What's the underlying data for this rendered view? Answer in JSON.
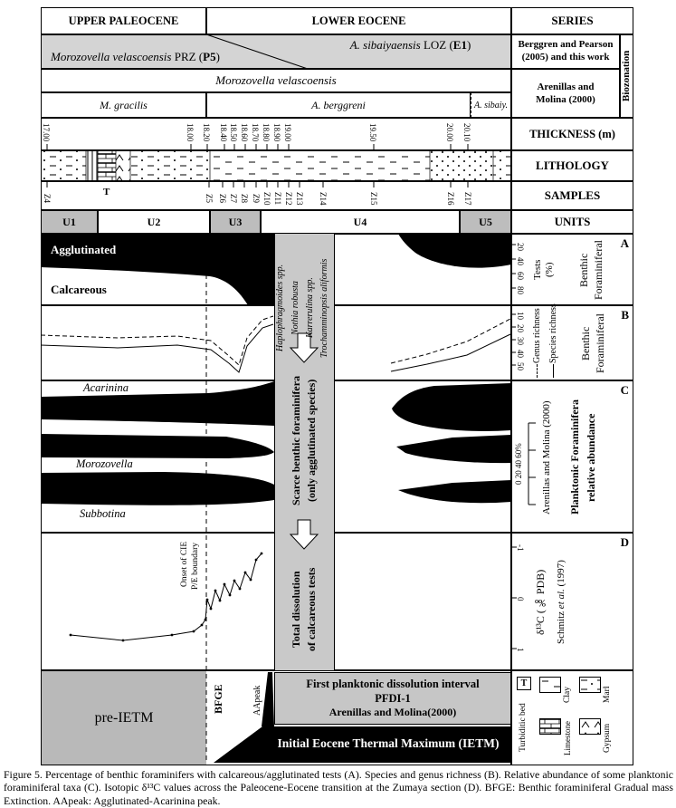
{
  "colors": {
    "gray_zone": "#d4d4d4",
    "gray_unit": "#bdbdbd",
    "gray_band": "#c9c9c9",
    "gray_preietm": "#b9b9b9",
    "gray_pfdi": "#c6c6c6",
    "black": "#000000"
  },
  "series_row": {
    "upper": "UPPER PALEOCENE",
    "lower": "LOWER EOCENE",
    "label": "SERIES"
  },
  "biozonation": {
    "p5_name": "Morozovella velascoensis",
    "p5_mid": " PRZ (",
    "p5_code": "P5",
    "p5_end": ")",
    "e1_name": "A. sibaiyaensis",
    "e1_mid": " LOZ (",
    "e1_code": "E1",
    "e1_end": ")",
    "scheme1a": "Berggren and Pearson",
    "scheme1b": "(2005) and this work",
    "side_label": "Biozonation",
    "mv_zone": "Morozovella velascoensis",
    "scheme2a": "Arenillas and",
    "scheme2b": "Molina (2000)",
    "sub1": "M. gracilis",
    "sub2": "A. berggreni",
    "sub3": "A. sibaiy."
  },
  "thickness": {
    "label": "THICKNESS (m)",
    "ticks": [
      "17.00",
      "18.00",
      "18.20",
      "18.40",
      "18.50",
      "18.60",
      "18.70",
      "18.80",
      "18.90",
      "19.00",
      "19.50",
      "20.00",
      "20.10"
    ]
  },
  "lithology": {
    "label": "LITHOLOGY"
  },
  "samples": {
    "label": "SAMPLES",
    "turbidite": "T",
    "items": [
      "Z4",
      "Z5",
      "Z6",
      "Z7",
      "Z8",
      "Z9",
      "Z10",
      "Z11",
      "Z12",
      "Z13",
      "Z14",
      "Z15",
      "Z16",
      "Z17"
    ]
  },
  "units": {
    "label": "UNITS",
    "items": [
      "U1",
      "U2",
      "U3",
      "U4",
      "U5"
    ]
  },
  "panelA": {
    "letter": "A",
    "agglutinated": "Agglutinated",
    "calcareous": "Calcareous",
    "axis": [
      "20",
      "40",
      "60",
      "80"
    ],
    "tests1": "Tests",
    "tests2": "(%)",
    "group1": "Benthic",
    "group2": "Foraminiferal"
  },
  "panelB": {
    "letter": "B",
    "axis": [
      "10",
      "20",
      "30",
      "40",
      "50"
    ],
    "genus": "Genus richness",
    "species": "Species richness",
    "group1": "Benthic",
    "group2": "Foraminiferal"
  },
  "band": {
    "sp1": "Haplophragmoides spp.",
    "sp2": "Nothia robusta",
    "sp3": "Karrerulina spp.",
    "sp4": "Trochamminopsis aliformis",
    "scarce1": "Scarce benthic foraminifera",
    "scarce2": "(only agglutinated species)",
    "total1": "Total dissolution",
    "total2": "of calcareous tests"
  },
  "panelC": {
    "letter": "C",
    "taxa": [
      "Acarinina",
      "Morozovella",
      "Subbotina"
    ],
    "scale": "0  20  40 60%",
    "ref": "Arenillas and Molina (2000)",
    "title1": "Planktonic Foraminifera",
    "title2": "relative abundance"
  },
  "panelD": {
    "letter": "D",
    "axis": [
      "-1",
      "0",
      "1"
    ],
    "onset": "Onset of CIE",
    "boundary": "P/E boundary",
    "iso": "δ¹³C (‰ PDB)",
    "ref1": "Schmitz ",
    "ref2": "et al.",
    "ref3": " (1997)"
  },
  "bottom": {
    "pre": "pre-IETM",
    "bfge": "BFGE",
    "aapeak": "AApeak",
    "pfdi1": "First planktonic dissolution interval",
    "pfdi2": "PFDI-1",
    "pfdi3": "Arenillas and Molina(2000)",
    "ietm": "Initial Eocene Thermal Maximum (IETM)"
  },
  "legend": {
    "t": "T",
    "turbiditic": "Turbiditic bed",
    "clay": "Clay",
    "marl": "Marl",
    "limestone": "Limestone",
    "gypsum": "Gypsum"
  },
  "caption": "Figure 5. Percentage of benthic foraminifers with calcareous/agglutinated tests (A). Species and genus richness (B). Relative abundance of some planktonic foraminiferal taxa (C). Isotopic δ¹³C values across the Paleocene-Eocene transition at the Zumaya section (D). BFGE: Benthic foraminiferal Gradual mass Extinction. AApeak: Agglutinated-Acarinina peak.",
  "chart_data": [
    {
      "type": "area",
      "panel": "A",
      "title": "Benthic Foraminiferal Tests (%)",
      "ylabel": "Tests (%)",
      "axis_ticks": [
        20,
        40,
        60,
        80
      ],
      "x_thickness_m": [
        17.0,
        17.5,
        18.0,
        18.1,
        18.2,
        18.25,
        18.3,
        19.2,
        19.3,
        19.5,
        20.0,
        20.1
      ],
      "series": [
        {
          "name": "Agglutinated",
          "values": [
            47,
            49,
            51,
            56,
            75,
            100,
            100,
            100,
            95,
            70,
            45,
            42
          ]
        },
        {
          "name": "Calcareous",
          "values": [
            53,
            51,
            49,
            44,
            25,
            0,
            0,
            0,
            5,
            30,
            55,
            58
          ]
        }
      ],
      "note": "interval ~18.3-19.2 m: scarce benthic foraminifera (only agglutinated species)"
    },
    {
      "type": "line",
      "panel": "B",
      "title": "Benthic Foraminiferal richness",
      "axis_ticks": [
        10,
        20,
        30,
        40,
        50
      ],
      "x_thickness_m": [
        17.0,
        17.5,
        18.0,
        18.1,
        18.2,
        18.25,
        18.3,
        19.3,
        19.5,
        20.0,
        20.1
      ],
      "series": [
        {
          "name": "Genus richness",
          "style": "dashed",
          "values": [
            32,
            31,
            32,
            30,
            22,
            14,
            33,
            15,
            20,
            28,
            38
          ]
        },
        {
          "name": "Species richness",
          "style": "solid",
          "values": [
            27,
            26,
            27,
            25,
            17,
            9,
            28,
            10,
            14,
            21,
            30
          ]
        }
      ]
    },
    {
      "type": "area",
      "panel": "C",
      "title": "Planktonic Foraminifera relative abundance (Arenillas and Molina 2000)",
      "scale_pct": [
        0,
        20,
        40,
        60
      ],
      "x_thickness_m": [
        17.0,
        17.5,
        18.0,
        18.2,
        18.25,
        19.25,
        19.3,
        19.5,
        20.0,
        20.1
      ],
      "series": [
        {
          "name": "Acarinina",
          "values": [
            18,
            19,
            20,
            35,
            0,
            0,
            45,
            40,
            32,
            30
          ]
        },
        {
          "name": "Morozovella",
          "values": [
            25,
            24,
            22,
            15,
            0,
            0,
            25,
            20,
            15,
            12
          ]
        },
        {
          "name": "Subbotina",
          "values": [
            36,
            34,
            35,
            28,
            0,
            0,
            20,
            15,
            12,
            10
          ]
        }
      ],
      "note": "interval ~18.3-19.2 m: total dissolution of calcareous tests"
    },
    {
      "type": "line",
      "panel": "D",
      "title": "δ13C (‰ PDB), Schmitz et al. (1997)",
      "axis_range": [
        -1,
        1
      ],
      "axis_inverted": true,
      "x_thickness_m": [
        17.16,
        17.53,
        17.87,
        18.03,
        18.13,
        18.18,
        18.2,
        18.24,
        18.3,
        18.35,
        18.41,
        18.48,
        18.53,
        18.58,
        18.63,
        18.68,
        18.73,
        18.78
      ],
      "values": [
        0.73,
        0.84,
        0.73,
        0.66,
        0.54,
        0.43,
        0.04,
        0.21,
        -0.14,
        0.05,
        -0.27,
        -0.05,
        -0.34,
        -0.18,
        -0.5,
        -0.36,
        -0.75,
        -0.87
      ]
    }
  ]
}
